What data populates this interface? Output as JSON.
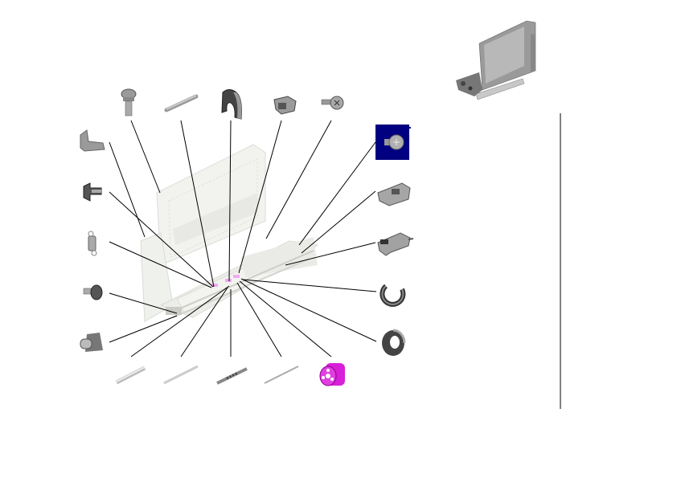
{
  "diagram": {
    "type": "exploded-parts-diagram",
    "colors": {
      "selected_box": "#000080",
      "highlight_part": "#e020e0",
      "leader_line": "#000000",
      "part_gray": "#8a8a8a",
      "assembly_gray": "#e4e6e0"
    },
    "selected_part": "screw-right-top",
    "highlighted_part": "roller-bottom",
    "parts": [
      {
        "id": "screw-top",
        "icon": "shoulder-screw-icon"
      },
      {
        "id": "pin-top",
        "icon": "pin-icon"
      },
      {
        "id": "clip-top",
        "icon": "hook-clip-icon"
      },
      {
        "id": "bracket-top",
        "icon": "bracket-icon"
      },
      {
        "id": "screw-top-right",
        "icon": "screw-icon"
      },
      {
        "id": "screw-right-top",
        "icon": "screw-icon"
      },
      {
        "id": "latch-right-1",
        "icon": "latch-icon"
      },
      {
        "id": "latch-right-2",
        "icon": "latch-icon"
      },
      {
        "id": "e-ring-right",
        "icon": "e-ring-icon"
      },
      {
        "id": "washer-right",
        "icon": "washer-icon"
      },
      {
        "id": "l-bracket-left",
        "icon": "l-bracket-icon"
      },
      {
        "id": "clip-left",
        "icon": "clip-icon"
      },
      {
        "id": "spring-left",
        "icon": "spring-icon"
      },
      {
        "id": "bushing-left-1",
        "icon": "bushing-icon"
      },
      {
        "id": "bushing-left-2",
        "icon": "bushing-icon"
      },
      {
        "id": "shaft-bottom-1",
        "icon": "shaft-icon"
      },
      {
        "id": "shaft-bottom-2",
        "icon": "shaft-icon"
      },
      {
        "id": "shaft-bottom-3",
        "icon": "shaft-icon"
      },
      {
        "id": "shaft-bottom-4",
        "icon": "shaft-icon"
      },
      {
        "id": "roller-bottom",
        "icon": "roller-icon"
      }
    ]
  }
}
